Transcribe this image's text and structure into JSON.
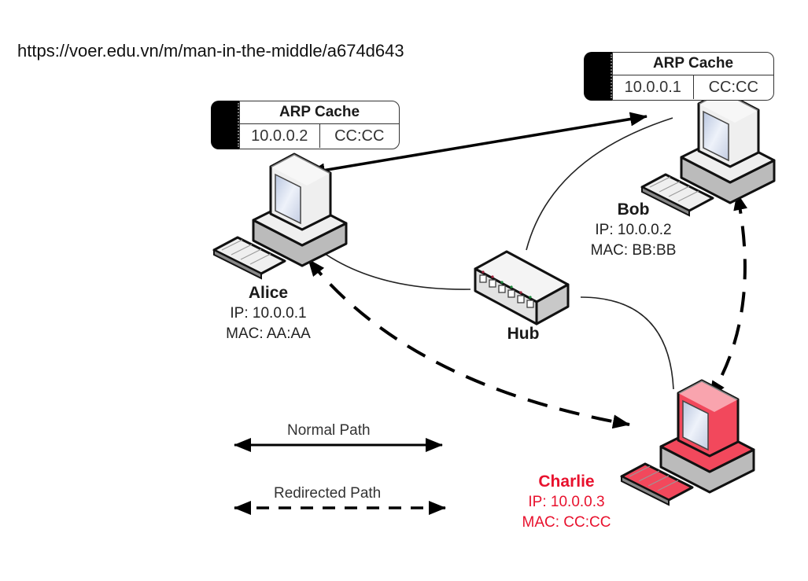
{
  "source_url": "https://voer.edu.vn/m/man-in-the-middle/a674d643",
  "colors": {
    "attacker": "#e8112d",
    "text": "#222222",
    "line": "#000000"
  },
  "nodes": {
    "alice": {
      "name": "Alice",
      "ip": "IP: 10.0.0.1",
      "mac": "MAC: AA:AA",
      "arp_cache": {
        "title": "ARP Cache",
        "ip": "10.0.0.2",
        "mac": "CC:CC"
      }
    },
    "bob": {
      "name": "Bob",
      "ip": "IP: 10.0.0.2",
      "mac": "MAC: BB:BB",
      "arp_cache": {
        "title": "ARP Cache",
        "ip": "10.0.0.1",
        "mac": "CC:CC"
      }
    },
    "charlie": {
      "name": "Charlie",
      "ip": "IP: 10.0.0.3",
      "mac": "MAC: CC:CC"
    },
    "hub": {
      "name": "Hub"
    }
  },
  "legend": {
    "normal": "Normal Path",
    "redirected": "Redirected Path"
  }
}
